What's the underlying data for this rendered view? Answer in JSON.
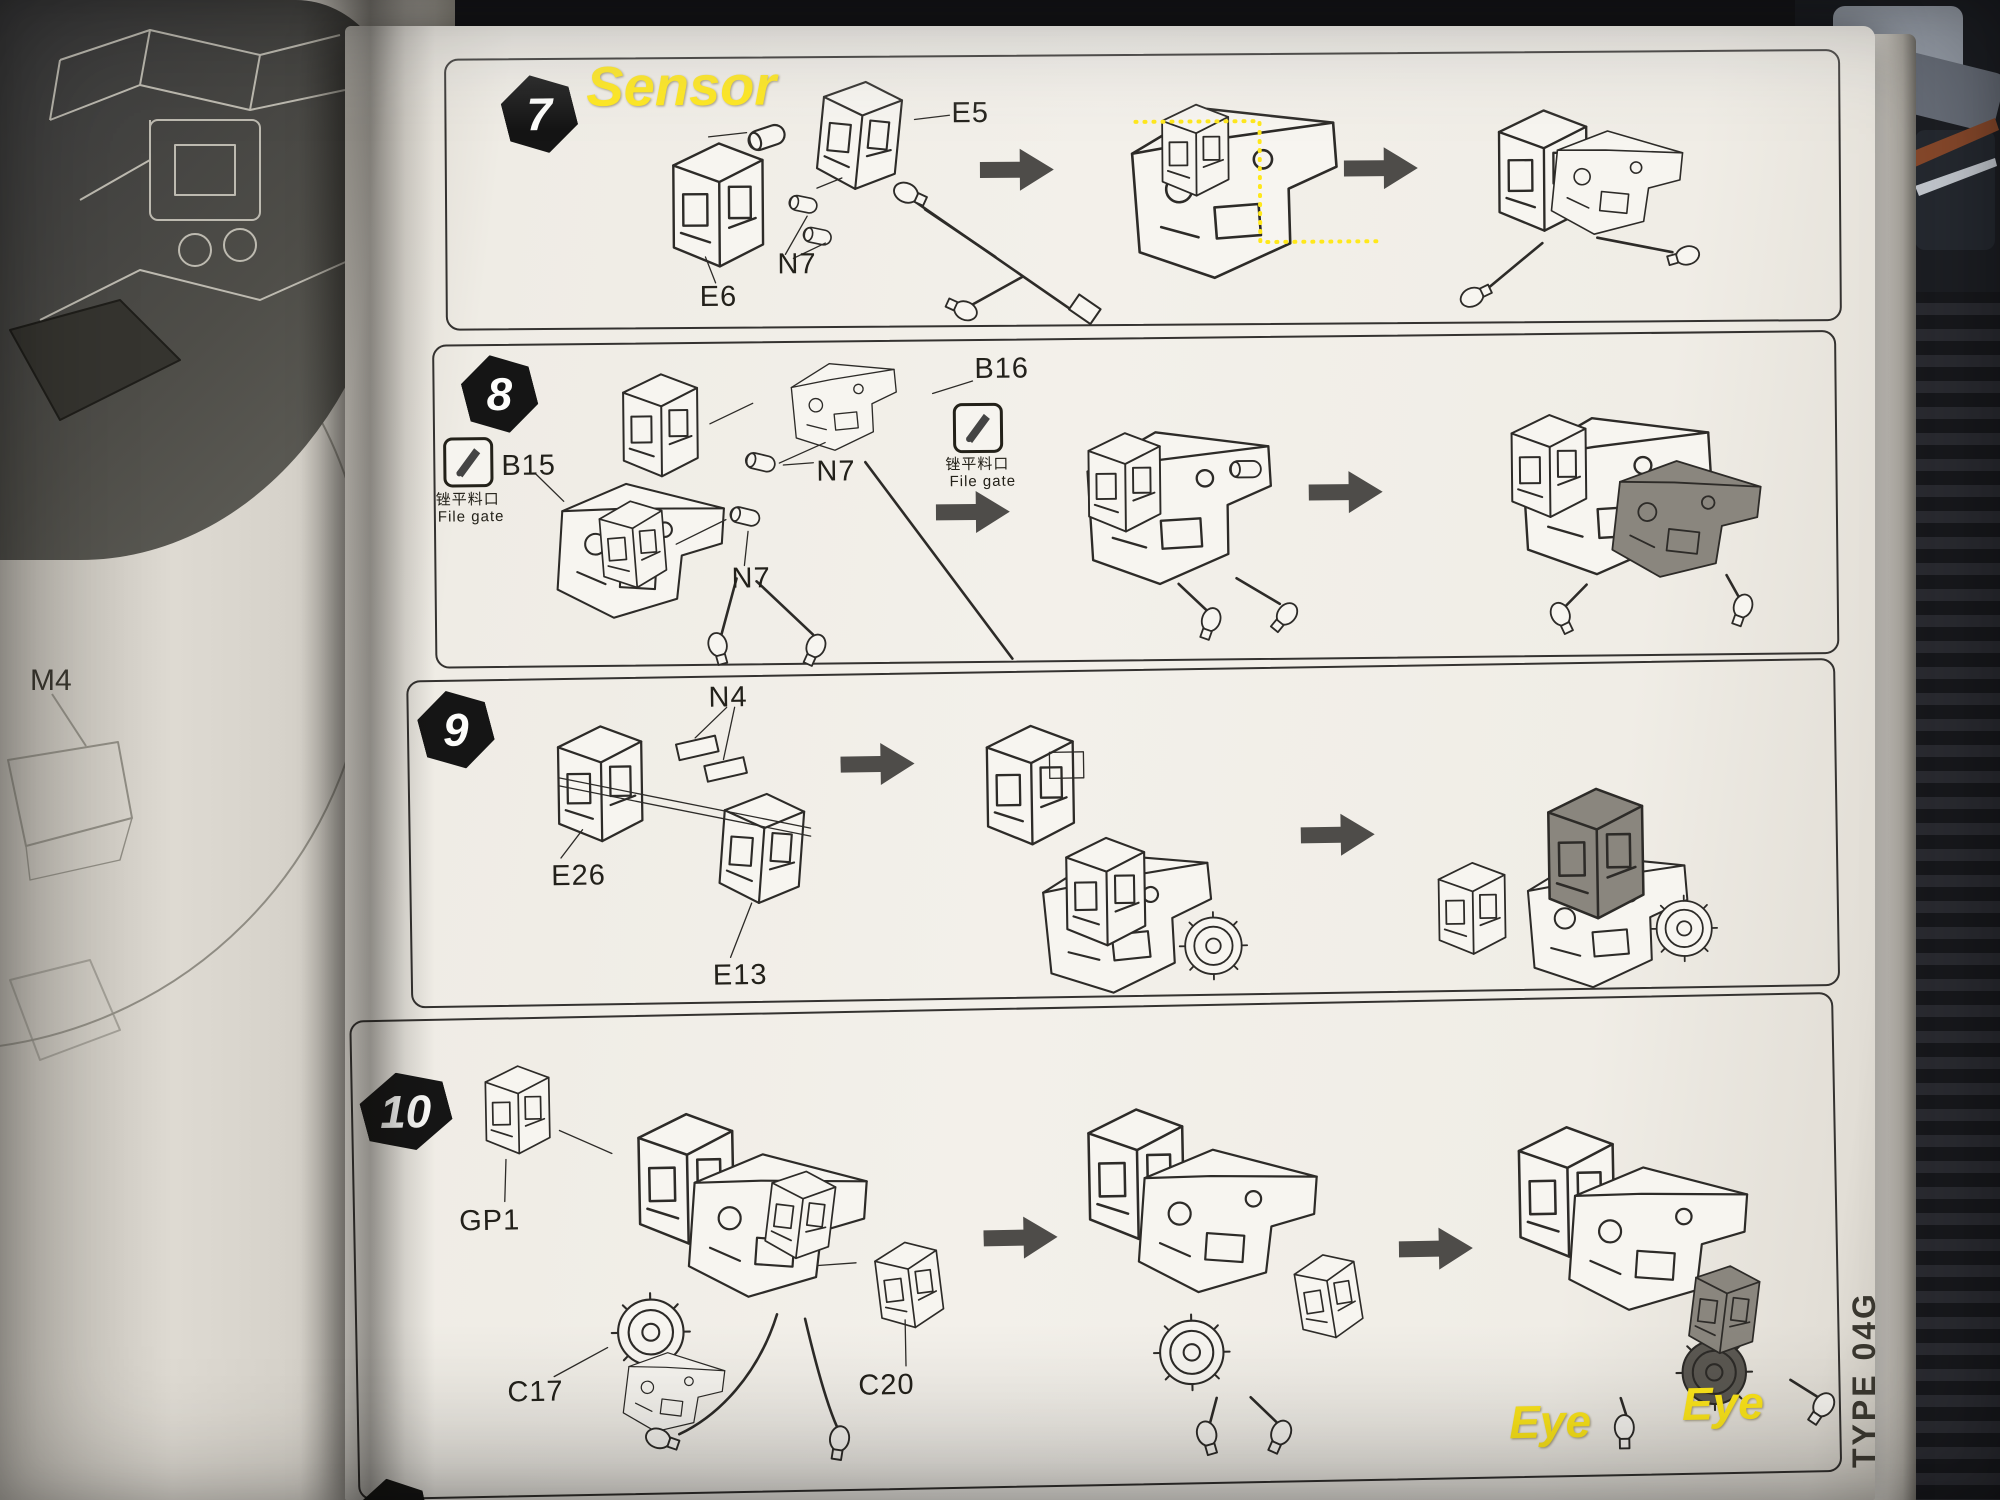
{
  "left_page": {
    "part_label": "M4"
  },
  "spine_text": "TYPE 04G",
  "annotations": {
    "sensor": "Sensor",
    "eye_left": "Eye",
    "eye_right": "Eye"
  },
  "steps": [
    {
      "number": "7",
      "labels": {
        "e5": "E5",
        "n7": "N7",
        "e6": "E6"
      }
    },
    {
      "number": "8",
      "labels": {
        "b16": "B16",
        "b15": "B15",
        "n7_upper": "N7",
        "n7_lower": "N7"
      },
      "file_gate": {
        "cn": "锉平料口",
        "en": "File gate"
      }
    },
    {
      "number": "9",
      "labels": {
        "n4": "N4",
        "e26": "E26",
        "e13": "E13"
      }
    },
    {
      "number": "10",
      "labels": {
        "gp1": "GP1",
        "c17": "C17",
        "c20": "C20"
      }
    }
  ]
}
